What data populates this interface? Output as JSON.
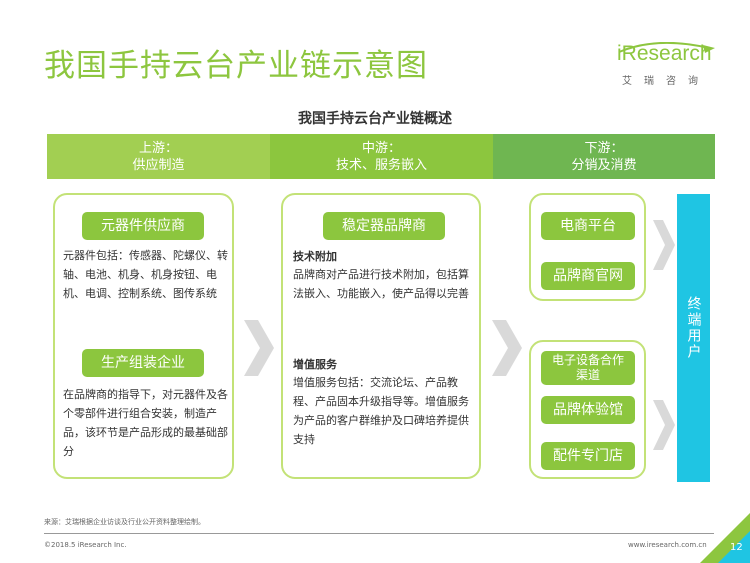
{
  "header": {
    "title": "我国手持云台产业链示意图",
    "logo_word": "iResearch",
    "logo_sub": "艾瑞咨询"
  },
  "diagram": {
    "title": "我国手持云台产业链概述",
    "stages": [
      {
        "label": "上游：",
        "sub": "供应制造"
      },
      {
        "label": "中游：",
        "sub": "技术、服务嵌入"
      },
      {
        "label": "下游：",
        "sub": "分销及消费"
      }
    ],
    "upstream": {
      "pill1": "元器件供应商",
      "text1": "元器件包括：传感器、陀螺仪、转轴、电池、机身、机身按钮、电机、电调、控制系统、图传系统",
      "pill2": "生产组装企业",
      "text2": "在品牌商的指导下，对元器件及各个零部件进行组合安装，制造产品，该环节是产品形成的最基础部分"
    },
    "midstream": {
      "pill": "稳定器品牌商",
      "section1_title": "技术附加",
      "section1_text": "品牌商对产品进行技术附加，包括算法嵌入、功能嵌入，使产品得以完善",
      "section2_title": "增值服务",
      "section2_text": "增值服务包括：交流论坛、产品教程、产品固本升级指导等。增值服务为产品的客户群维护及口碑培养提供支持"
    },
    "downstream": {
      "online": [
        "电商平台",
        "品牌商官网"
      ],
      "offline": [
        "电子设备合作渠道",
        "品牌体验馆",
        "配件专门店"
      ]
    },
    "end_user": "终端用户"
  },
  "footer": {
    "source": "来源：艾瑞根据企业访谈及行业公开资料整理绘制。",
    "copyright": "©2018.5 iResearch Inc.",
    "website": "www.iresearch.com.cn",
    "page": "12"
  },
  "colors": {
    "accent_green": "#8cc63e",
    "light_green": "#a2cf52",
    "dark_green": "#6fb651",
    "end_user_blue": "#1fc5e3"
  }
}
